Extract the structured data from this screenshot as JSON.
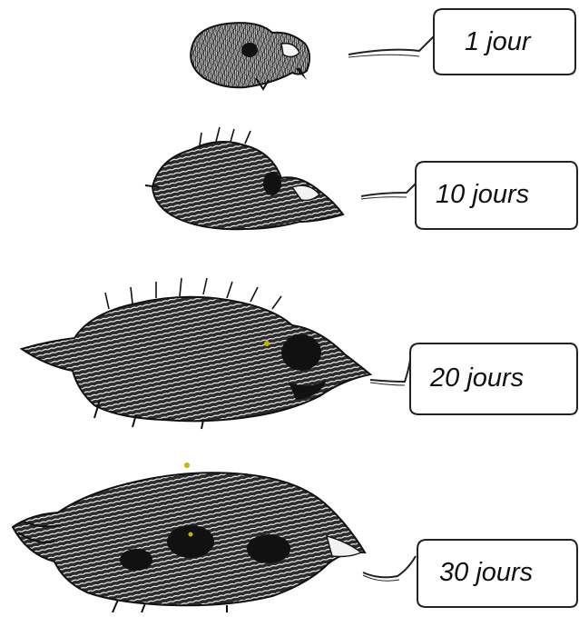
{
  "stages": [
    {
      "id": "stage-1",
      "label": "1 jour"
    },
    {
      "id": "stage-10",
      "label": "10 jours"
    },
    {
      "id": "stage-20",
      "label": "20 jours"
    },
    {
      "id": "stage-30",
      "label": "30 jours"
    }
  ],
  "colors": {
    "ink": "#111111",
    "bird_fill": "#2a2a2a",
    "bird_hatch": "#f2f2f2",
    "bubble_stroke": "#222222",
    "background": "#ffffff"
  }
}
